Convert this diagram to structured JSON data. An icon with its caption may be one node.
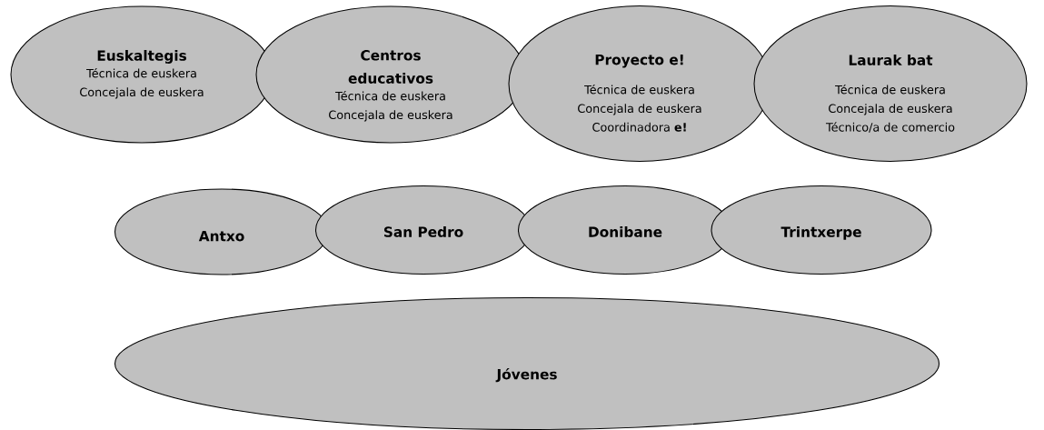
{
  "diagram": {
    "nodes": [
      {
        "text": [
          "Euskaltegis",
          "Técnica de euskera",
          "Concejala de euskera"
        ]
      },
      {
        "text": [
          "Centros educativos",
          "Técnica de euskera",
          "Concejala de euskera"
        ]
      },
      {
        "text": [
          "Proyecto e!",
          "Técnica de euskera",
          "Concejala de euskera",
          "Coordinadora **e!**"
        ]
      },
      {
        "text": [
          "Laurak bat",
          "Técnica de euskera",
          "Concejala de euskera",
          "Técnico/a de comercio"
        ]
      },
      {
        "text": [
          "Antxo"
        ]
      },
      {
        "text": [
          "San Pedro"
        ]
      },
      {
        "text": [
          "Donibane"
        ]
      },
      {
        "text": [
          "Trintxerpe"
        ]
      },
      {
        "text": [
          "Jóvenes"
        ]
      }
    ]
  }
}
